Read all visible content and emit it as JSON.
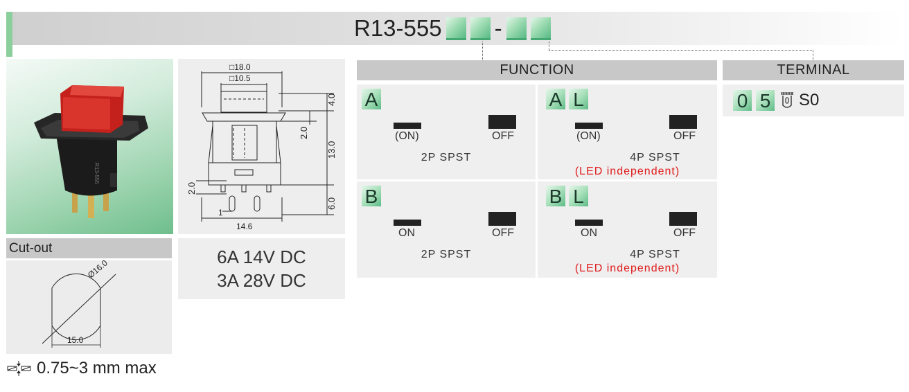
{
  "header": {
    "model_prefix": "R13-555",
    "separator": "-",
    "accent_color": "#8ccf9c"
  },
  "cutout": {
    "title": "Cut-out",
    "diameter_label": "Ø16.0",
    "width_label": "15.0",
    "panel_thickness": "0.75~3 mm max"
  },
  "drawing": {
    "dims": {
      "top_outer": "□18.0",
      "top_inner": "□10.5",
      "h_cap": "4.0",
      "h_step": "2.0",
      "h_body": "13.0",
      "h_terminal": "6.0",
      "terminal_offset": "2.0",
      "terminal_pitch": "1",
      "base_width": "14.6"
    }
  },
  "rating": {
    "line1": "6A 14V DC",
    "line2": "3A 28V DC"
  },
  "function": {
    "title": "FUNCTION",
    "cells": [
      {
        "letters": [
          "A"
        ],
        "state_left": "(ON)",
        "state_right": "OFF",
        "desc": "2P SPST",
        "note": ""
      },
      {
        "letters": [
          "A",
          "L"
        ],
        "state_left": "(ON)",
        "state_right": "OFF",
        "desc": "4P SPST",
        "note": "(LED independent)"
      },
      {
        "letters": [
          "B"
        ],
        "state_left": "ON",
        "state_right": "OFF",
        "desc": "2P SPST",
        "note": ""
      },
      {
        "letters": [
          "B",
          "L"
        ],
        "state_left": "ON",
        "state_right": "OFF",
        "desc": "4P SPST",
        "note": "(LED independent)"
      }
    ]
  },
  "terminal": {
    "title": "TERMINAL",
    "digits": [
      "0",
      "5"
    ],
    "code": "S0",
    "icon": "quick-connect-terminal-icon"
  }
}
